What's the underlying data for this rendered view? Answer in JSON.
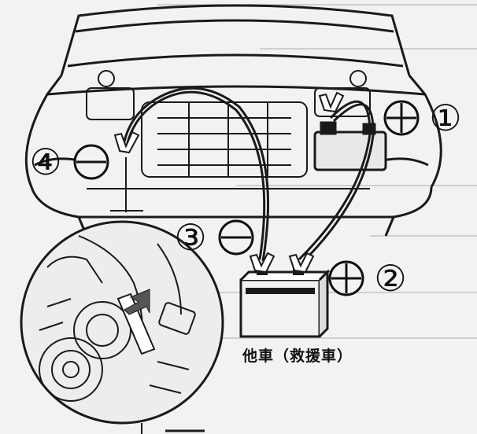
{
  "steps": [
    {
      "number": "①",
      "polarity": "positive",
      "sign": "plus-icon"
    },
    {
      "number": "②",
      "polarity": "positive",
      "sign": "plus-icon"
    },
    {
      "number": "③",
      "polarity": "negative",
      "sign": "minus-icon"
    },
    {
      "number": "④",
      "polarity": "negative",
      "sign": "minus-icon"
    }
  ],
  "rescue_vehicle_caption": "他車（救援車）",
  "colors": {
    "line": "#1a1a1a",
    "paper": "#f2f2f2",
    "faint": "#c8c8c8"
  }
}
